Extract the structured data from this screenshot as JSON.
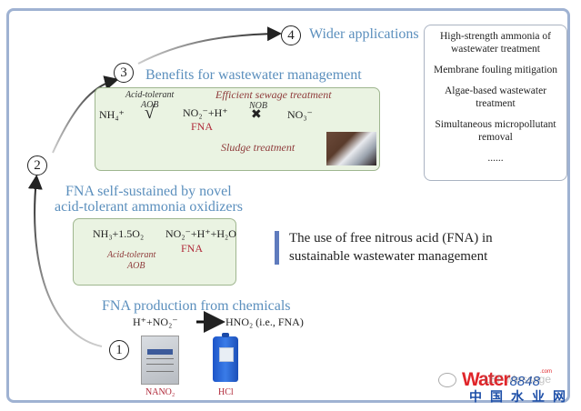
{
  "title": "The use of free nitrous acid (FNA) in sustainable wastewater management",
  "title_lines": [
    "The use of free nitrous acid (FNA) in",
    "sustainable wastewater management"
  ],
  "accent_color": "#5b8fbd",
  "steps": [
    {
      "number": "1",
      "heading": "FNA production from chemicals",
      "reaction_left": "H⁺+NO₂⁻",
      "reaction_right": "HNO₂ (i.e., FNA)",
      "images": [
        {
          "icon": "sodium-nitrite-bag",
          "label": "NANO₂"
        },
        {
          "icon": "hcl-jug",
          "label": "HCl"
        }
      ]
    },
    {
      "number": "2",
      "heading_lines": [
        "FNA self-sustained by novel",
        "acid-tolerant ammonia oxidizers"
      ],
      "reaction_left": "NH₃+1.5O₂",
      "reaction_right": "NO₂⁻+H⁺+H₂O",
      "fna_label": "FNA",
      "organism_label_lines": [
        "Acid-tolerant",
        "AOB"
      ]
    },
    {
      "number": "3",
      "heading": "Benefits for wastewater management",
      "nh4": "NH₄⁺",
      "aob_label_lines": [
        "Acid-tolerant",
        "AOB"
      ],
      "check_mark": "√",
      "no2": "NO₂⁻+H⁺",
      "fna_label": "FNA",
      "nob_label": "NOB",
      "cross_mark": "✖",
      "no3": "NO₃⁻",
      "efficient_label": "Efficient sewage treatment",
      "sludge_label": "Sludge treatment"
    },
    {
      "number": "4",
      "heading": "Wider applications",
      "applications": [
        "High-strength ammonia of wastewater treatment",
        "Membrane fouling mitigation",
        "Algae-based wastewater treatment",
        "Simultaneous micropollutant removal",
        "......"
      ]
    }
  ],
  "watermark": {
    "logo_word": "Water",
    "logo_number": "8848",
    "logo_suffix": ".com",
    "logo_chinese": "中国水业网",
    "overlay_text": "LEF Message"
  }
}
